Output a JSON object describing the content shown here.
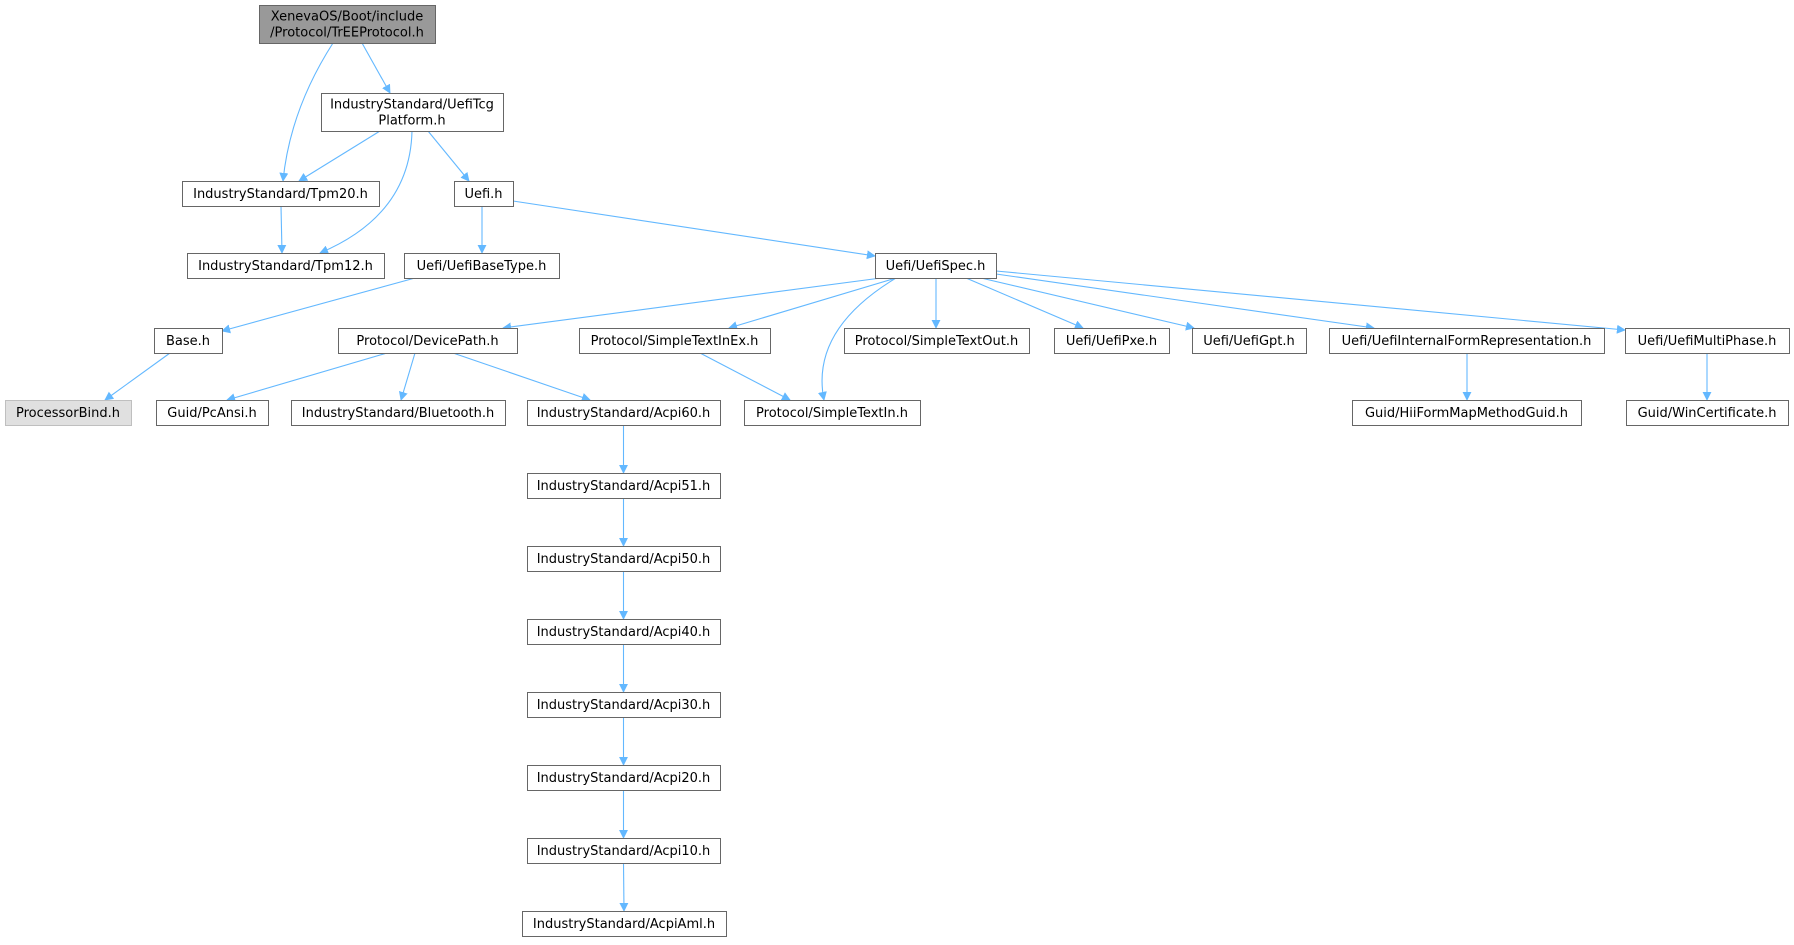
{
  "diagram": {
    "type": "include-dependency-graph",
    "root": "n_root",
    "nodes": [
      {
        "id": "n_root",
        "lines": [
          "XenevaOS/Boot/include",
          "/Protocol/TrEEProtocol.h"
        ],
        "style": "root"
      },
      {
        "id": "n_tcg",
        "lines": [
          "IndustryStandard/UefiTcg",
          "Platform.h"
        ],
        "style": "normal"
      },
      {
        "id": "n_tpm20",
        "lines": [
          "IndustryStandard/Tpm20.h"
        ],
        "style": "normal"
      },
      {
        "id": "n_uefi",
        "lines": [
          "Uefi.h"
        ],
        "style": "normal"
      },
      {
        "id": "n_tpm12",
        "lines": [
          "IndustryStandard/Tpm12.h"
        ],
        "style": "normal"
      },
      {
        "id": "n_basetype",
        "lines": [
          "Uefi/UefiBaseType.h"
        ],
        "style": "normal"
      },
      {
        "id": "n_spec",
        "lines": [
          "Uefi/UefiSpec.h"
        ],
        "style": "normal"
      },
      {
        "id": "n_base",
        "lines": [
          "Base.h"
        ],
        "style": "normal"
      },
      {
        "id": "n_procbind",
        "lines": [
          "ProcessorBind.h"
        ],
        "style": "external"
      },
      {
        "id": "n_devpath",
        "lines": [
          "Protocol/DevicePath.h"
        ],
        "style": "normal"
      },
      {
        "id": "n_stiex",
        "lines": [
          "Protocol/SimpleTextInEx.h"
        ],
        "style": "normal"
      },
      {
        "id": "n_sto",
        "lines": [
          "Protocol/SimpleTextOut.h"
        ],
        "style": "normal"
      },
      {
        "id": "n_pxe",
        "lines": [
          "Uefi/UefiPxe.h"
        ],
        "style": "normal"
      },
      {
        "id": "n_gpt",
        "lines": [
          "Uefi/UefiGpt.h"
        ],
        "style": "normal"
      },
      {
        "id": "n_ifr",
        "lines": [
          "Uefi/UefiInternalFormRepresentation.h"
        ],
        "style": "normal"
      },
      {
        "id": "n_multi",
        "lines": [
          "Uefi/UefiMultiPhase.h"
        ],
        "style": "normal"
      },
      {
        "id": "n_pcansi",
        "lines": [
          "Guid/PcAnsi.h"
        ],
        "style": "normal"
      },
      {
        "id": "n_bt",
        "lines": [
          "IndustryStandard/Bluetooth.h"
        ],
        "style": "normal"
      },
      {
        "id": "n_acpi60",
        "lines": [
          "IndustryStandard/Acpi60.h"
        ],
        "style": "normal"
      },
      {
        "id": "n_sti",
        "lines": [
          "Protocol/SimpleTextIn.h"
        ],
        "style": "normal"
      },
      {
        "id": "n_hiiform",
        "lines": [
          "Guid/HiiFormMapMethodGuid.h"
        ],
        "style": "normal"
      },
      {
        "id": "n_wincert",
        "lines": [
          "Guid/WinCertificate.h"
        ],
        "style": "normal"
      },
      {
        "id": "n_acpi51",
        "lines": [
          "IndustryStandard/Acpi51.h"
        ],
        "style": "normal"
      },
      {
        "id": "n_acpi50",
        "lines": [
          "IndustryStandard/Acpi50.h"
        ],
        "style": "normal"
      },
      {
        "id": "n_acpi40",
        "lines": [
          "IndustryStandard/Acpi40.h"
        ],
        "style": "normal"
      },
      {
        "id": "n_acpi30",
        "lines": [
          "IndustryStandard/Acpi30.h"
        ],
        "style": "normal"
      },
      {
        "id": "n_acpi20",
        "lines": [
          "IndustryStandard/Acpi20.h"
        ],
        "style": "normal"
      },
      {
        "id": "n_acpi10",
        "lines": [
          "IndustryStandard/Acpi10.h"
        ],
        "style": "normal"
      },
      {
        "id": "n_acpiaml",
        "lines": [
          "IndustryStandard/AcpiAml.h"
        ],
        "style": "normal"
      }
    ],
    "edges": [
      {
        "from": "n_root",
        "to": "n_tcg"
      },
      {
        "from": "n_root",
        "to": "n_tpm20"
      },
      {
        "from": "n_tcg",
        "to": "n_tpm20"
      },
      {
        "from": "n_tcg",
        "to": "n_tpm12"
      },
      {
        "from": "n_tcg",
        "to": "n_uefi"
      },
      {
        "from": "n_tpm20",
        "to": "n_tpm12"
      },
      {
        "from": "n_uefi",
        "to": "n_basetype"
      },
      {
        "from": "n_uefi",
        "to": "n_spec"
      },
      {
        "from": "n_basetype",
        "to": "n_base"
      },
      {
        "from": "n_base",
        "to": "n_procbind"
      },
      {
        "from": "n_spec",
        "to": "n_devpath"
      },
      {
        "from": "n_spec",
        "to": "n_stiex"
      },
      {
        "from": "n_spec",
        "to": "n_sti"
      },
      {
        "from": "n_spec",
        "to": "n_sto"
      },
      {
        "from": "n_spec",
        "to": "n_pxe"
      },
      {
        "from": "n_spec",
        "to": "n_gpt"
      },
      {
        "from": "n_spec",
        "to": "n_ifr"
      },
      {
        "from": "n_spec",
        "to": "n_multi"
      },
      {
        "from": "n_devpath",
        "to": "n_pcansi"
      },
      {
        "from": "n_devpath",
        "to": "n_bt"
      },
      {
        "from": "n_devpath",
        "to": "n_acpi60"
      },
      {
        "from": "n_stiex",
        "to": "n_sti"
      },
      {
        "from": "n_ifr",
        "to": "n_hiiform"
      },
      {
        "from": "n_multi",
        "to": "n_wincert"
      },
      {
        "from": "n_acpi60",
        "to": "n_acpi51"
      },
      {
        "from": "n_acpi51",
        "to": "n_acpi50"
      },
      {
        "from": "n_acpi50",
        "to": "n_acpi40"
      },
      {
        "from": "n_acpi40",
        "to": "n_acpi30"
      },
      {
        "from": "n_acpi30",
        "to": "n_acpi20"
      },
      {
        "from": "n_acpi20",
        "to": "n_acpi10"
      },
      {
        "from": "n_acpi10",
        "to": "n_acpiaml"
      }
    ],
    "colors": {
      "edge": "#63b8ff",
      "root_fill": "#999999",
      "external_fill": "#e0e0e0",
      "node_border": "#666666"
    }
  }
}
